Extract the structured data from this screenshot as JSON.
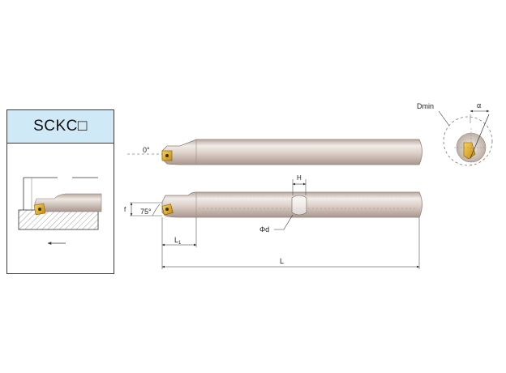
{
  "card": {
    "title": "SCKC□"
  },
  "labels": {
    "angle_zero": "0°",
    "angle_side": "75°",
    "dim_f": "f",
    "dim_l1": "L",
    "dim_l1_sub": "1",
    "dim_l": "L",
    "dim_h": "H",
    "dim_phi_d": "Φd",
    "dim_dmin": "Dmin",
    "dim_alpha": "α"
  },
  "colors": {
    "bar_light": "#ece4df",
    "bar_mid": "#d7c9c1",
    "bar_dark": "#a8978d",
    "insert_gold": "#e0a818",
    "header_bg": "#cfe9f7"
  }
}
